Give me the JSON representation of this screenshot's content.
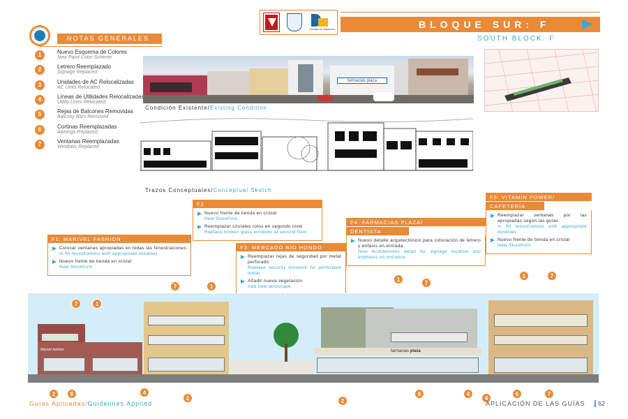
{
  "header": {
    "title": "BLOQUE SUR:  F",
    "subtitle": "SOUTH BLOCK: F",
    "logo_caption": "Ciudad de Bayamón"
  },
  "notes": {
    "title": "NOTAS GENERALES",
    "items": [
      {
        "num": "1",
        "es": "Nuevo Esquema de Colores",
        "en": "New Paint Color Scheme"
      },
      {
        "num": "2",
        "es": "Letrero Reemplazado",
        "en": "Signage Replaced"
      },
      {
        "num": "3",
        "es": "Unidades de AC Relocalizadas",
        "en": "AC Units Relocated"
      },
      {
        "num": "4",
        "es": "Líneas de Utilidades Relocalizadas",
        "en": "Utility Lines Relocated"
      },
      {
        "num": "5",
        "es": "Rejas de Balcones Removidas",
        "en": "Balcony Bars Removed"
      },
      {
        "num": "6",
        "es": "Cortinas Reemplazadas",
        "en": "Awnings Replaced"
      },
      {
        "num": "7",
        "es": "Ventanas Reemplazadas",
        "en": "Windows Replaced"
      }
    ]
  },
  "captions": {
    "existing_es": "Condición Existente/",
    "existing_en": "Existing Condition",
    "sketch_es": "Trazos Conceptuales/",
    "sketch_en": "Conceptual Sketch"
  },
  "photo_signs": {
    "pharmacy": "farmacias plaza"
  },
  "panels": {
    "f1": {
      "title": "F1: MARIVEL FASHION",
      "items": [
        {
          "es": "Colocar ventanas apropiadas en todas las fenestraciones",
          "en": "In fill fenestrations with appropriate windows"
        },
        {
          "es": "Nuevo frente de tienda en cristal",
          "en": "New Storefront"
        }
      ]
    },
    "f2": {
      "title": "F2",
      "items": [
        {
          "es": "Nuevo frente de tienda en cristal",
          "en": "New Storefront"
        },
        {
          "es": "Reemplazar cristales rotos en segundo nivel",
          "en": "Replace broken glass windows at second floor"
        }
      ]
    },
    "f3": {
      "title": "F3: MERCADO RÍO HONDO",
      "items": [
        {
          "es": "Reemplazar rejas de seguridad por metal perforado",
          "en": "Replace security ironwork for perforated metal"
        },
        {
          "es": "Añadir nueva vegetación",
          "en": "Add new landscape"
        }
      ]
    },
    "f4": {
      "title": "F4: FARMACIAS PLAZA/",
      "title2": "DENTISTA",
      "items": [
        {
          "es": "Nuevo detalle arquitectónico para colocación de letrero y énfasis en entrada",
          "en": "New Architectonic detail for signage location and enphasis on entrance"
        }
      ]
    },
    "f6": {
      "title": "F6: VITAMIN POWER/",
      "title2": "CAFETERÍA",
      "items": [
        {
          "es": "Reemplazar ventanas por las apropiadas según las guías",
          "en": "In fill fenestrations with appropriate windows"
        },
        {
          "es": "Nuevo frente de tienda en cristal",
          "en": "New Storefront"
        }
      ]
    }
  },
  "elevation_signs": {
    "f1": "Marivel fashion",
    "f4": "farmacias",
    "f4b": "plaza"
  },
  "footer": {
    "left_es": "Guías Aplicadas/",
    "left_en": "Guidelines Applied",
    "right": "APLICACIÓN DE LAS GUÍAS",
    "page": "62"
  },
  "colors": {
    "accent": "#ea8a37",
    "blue": "#35a9d6"
  }
}
